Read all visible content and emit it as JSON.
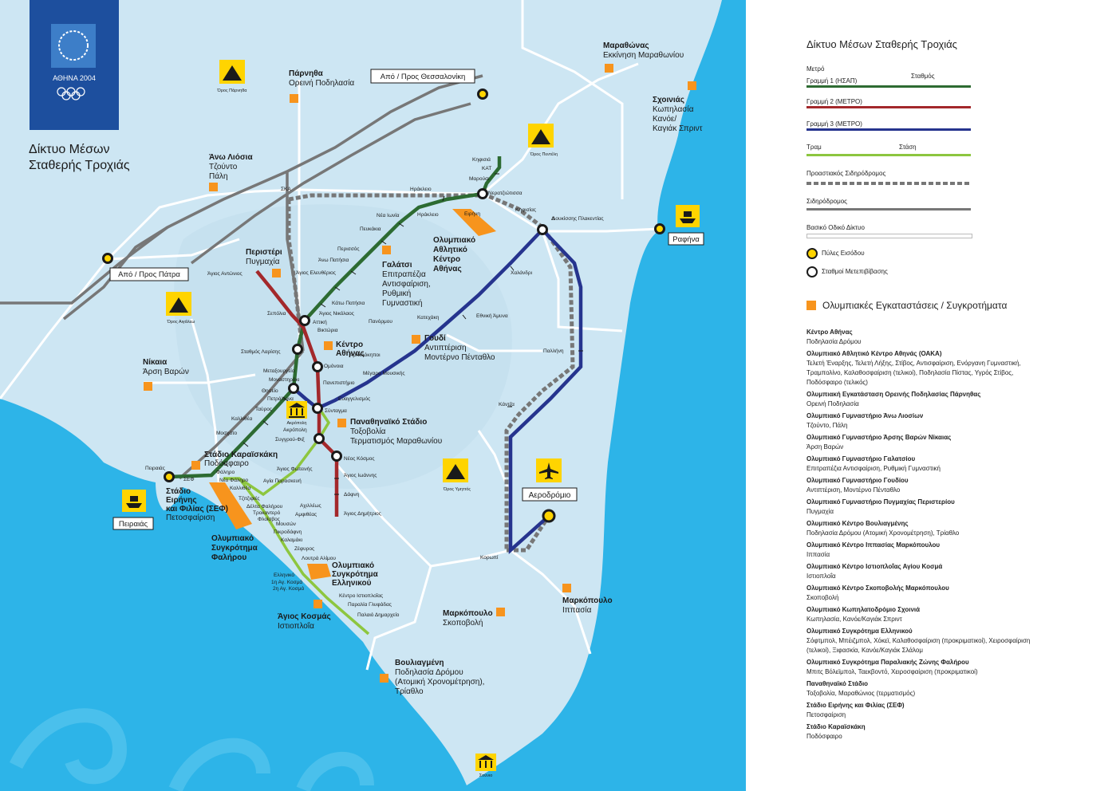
{
  "logo": {
    "city": "ΑΘΗΝΑ 2004"
  },
  "map_title": [
    "Δίκτυο Μέσων",
    "Σταθερής Τροχιάς"
  ],
  "colors": {
    "sea": "#2db4e8",
    "land": "#cde6f3",
    "line1": "#2d6b32",
    "line2": "#a3282b",
    "line3": "#26348e",
    "tram": "#8dc63f",
    "suburban": "#777777",
    "venue": "#f7941d",
    "gate": "#ffd400",
    "logo_bg": "#1d4f9e"
  },
  "boxes": {
    "thessaloniki": "Από / Προς Θεσσαλονίκη",
    "patra": "Από / Προς Πάτρα",
    "rafina": "Ραφήνα",
    "piraeus": "Πειραιάς",
    "airport": "Αεροδρόμιο"
  },
  "mountains": {
    "parnitha": "Όρος Πάρνηθα",
    "penteli": "Όρος Πεντέλη",
    "aigaleo": "Όρος Αιγάλεω",
    "ymittos": "Όρος Υμηττός",
    "acropolis": "Ακρόπολη",
    "sounio": "Σούνιο"
  },
  "venues_map": {
    "marathon": [
      "Μαραθώνας",
      "Εκκίνηση Μαραθωνίου"
    ],
    "parnitha": [
      "Πάρνηθα",
      "Ορεινή Ποδηλασία"
    ],
    "schinias": [
      "Σχοινιάς",
      "Κωπηλασία",
      "Κανόε/",
      "Καγιάκ Σπριντ"
    ],
    "ano_liosia": [
      "Άνω Λιόσια",
      "Τζούντο",
      "Πάλη"
    ],
    "peristeri": [
      "Περιστέρι",
      "Πυγμαχία"
    ],
    "oaka": [
      "Ολυμπιακό",
      "Αθλητικό",
      "Κέντρο",
      "Αθήνας"
    ],
    "galatsi": [
      "Γαλάτσι",
      "Επιτραπέζια",
      "Αντισφαίριση,",
      "Ρυθμική",
      "Γυμναστική"
    ],
    "goudi": [
      "Γουδί",
      "Αντιπτέριση",
      "Μοντέρνο Πένταθλο"
    ],
    "kentro": [
      "Κέντρο",
      "Αθήνας"
    ],
    "nikaia": [
      "Νίκαια",
      "Άρση Βαρών"
    ],
    "panathinaiko": [
      "Παναθηναϊκό Στάδιο",
      "Τοξοβολία",
      "Τερματισμός Μαραθωνίου"
    ],
    "karaiskaki": [
      "Στάδιο Καραϊσκάκη",
      "Ποδόσφαιρο"
    ],
    "sef": [
      "Στάδιο",
      "Ειρήνης",
      "και Φιλίας (ΣΕΦ)",
      "Πετοσφαίριση"
    ],
    "faliro": [
      "Ολυμπιακό",
      "Συγκρότημα",
      "Φαλήρου"
    ],
    "elliniko": [
      "Ολυμπιακό",
      "Συγκρότημα",
      "Ελληνικού"
    ],
    "agios_kosmas": [
      "Άγιος Κοσμάς",
      "Ιστιοπλοΐα"
    ],
    "markopoulo_shoot": [
      "Μαρκόπουλο",
      "Σκοποβολή"
    ],
    "markopoulo_horse": [
      "Μαρκόπουλο",
      "Ιππασία"
    ],
    "vouliagmeni": [
      "Βουλιαγμένη",
      "Ποδηλασία Δρόμου",
      "(Ατομική Χρονομέτρηση),",
      "Τρίαθλο"
    ]
  },
  "stations": {
    "kifisia": "Κηφισιά",
    "kat": "ΚΑΤ",
    "marousi": "Μαρούσι",
    "neratziotissa": "Νερατζιώτισσα",
    "eirini": "Ειρήνη",
    "irakleio1": "Ηράκλειο",
    "irakleio2": "Ηράκλειο",
    "nea_ionia": "Νέα Ιωνία",
    "pefkakia": "Πευκάκια",
    "perissos": "Περισσός",
    "ano_patisia": "Άνω Πατήσια",
    "ag_eleftherios": "Άγιος Ελευθέριος",
    "kato_patisia": "Κάτω Πατήσια",
    "ag_nikolaos": "Άγιος Νικόλαος",
    "attiki": "Αττική",
    "viktoria": "Βικτώρια",
    "omonia": "Ομόνοια",
    "monastiraki": "Μοναστηράκι",
    "thiseio": "Θησείο",
    "petralona": "Πετράλωνα",
    "tavros": "Ταύρος",
    "kallithea": "Καλλιθέα",
    "moschato": "Μοσχάτο",
    "faliro": "Φάληρο",
    "peiraias": "Πειραιάς",
    "ska": "ΣΚΑ",
    "sepolia": "Σεπόλια",
    "ag_antonios": "Άγιος Αντώνιος",
    "larissa": "Σταθμός Λαρίσης",
    "metaxourgeio": "Μεταξουργείο",
    "panepistimio": "Πανεπιστήμιο",
    "syntagma": "Σύνταγμα",
    "akropoli": "Ακρόπολη",
    "syggrou": "Συγγρού-Φιξ",
    "neos_kosmos": "Νέος Κόσμος",
    "ag_fotinis": "Άγιος Φωτεινής",
    "ag_paraskevi": "Αγία Παρασκευή",
    "ag_ioannis": "Άγιος Ιωάννης",
    "dafni": "Δάφνη",
    "ag_dimitrios": "Άγιος Δημήτριος",
    "evaggelismos": "Ευαγγελισμός",
    "megaro": "Μέγαρο Μουσικής",
    "ampelokipoi": "Αμπελόκηποι",
    "panormou": "Πανόρμου",
    "katechaki": "Κατεχάκη",
    "ethniki_amyna": "Εθνική Άμυνα",
    "chalandri": "Χαλάνδρι",
    "douk_plak": "Δουκίσσης Πλακεντίας",
    "kifisias": "Κηφισίας",
    "pallini": "Παλλήνη",
    "kantza": "Κάντζα",
    "koropi": "Κορωπί",
    "sef": "ΣΕΦ",
    "neo_faliro": "Νέο Φάληρο",
    "kallithea_t": "Καλλιθέα",
    "tzitzifies": "Τζιτζιφιές",
    "delta": "Δέλτα Φαλήρου",
    "trokadero": "Τροκαντερό",
    "flisvos": "Φλοίσβος",
    "achilleos": "Αχιλλέως",
    "amfitheas": "Αμφιθέας",
    "mousson": "Μουσών",
    "pikrodafni": "Πικροδάφνη",
    "kalamaki": "Καλαμάκι",
    "zefyros": "Ζέφυρος",
    "loutra": "Λουτρά Αλίμου",
    "elliniko": "Ελληνικό",
    "agkosma1": "1η Αγ. Κοσμά",
    "agkosma2": "2η Αγ. Κοσμά",
    "kentro_istio": "Κέντρο Ιστιοπλοΐας",
    "paralia": "Παραλία Γλυφάδας",
    "palaio": "Παλαιό Δημαρχείο"
  },
  "legend": {
    "title": "Δίκτυο Μέσων Σταθερής Τροχιάς",
    "metro": "Μετρό",
    "line1": "Γραμμή 1 (ΗΣΑΠ)",
    "station": "Σταθμός",
    "line2": "Γραμμή 2 (ΜΕΤΡΟ)",
    "line3": "Γραμμή 3 (ΜΕΤΡΟ)",
    "tram": "Τραμ",
    "stop": "Στάση",
    "suburban": "Προαστιακός Σιδηρόδρομος",
    "rail": "Σιδηρόδρομος",
    "road": "Βασικό Οδικό Δίκτυο",
    "gates": "Πύλες Εισόδου",
    "interchange": "Σταθμοί Μετεπιβίβασης",
    "venues_heading": "Ολυμπιακές Εγκαταστάσεις / Συγκροτήματα",
    "venues": [
      {
        "name": "Κέντρο Αθήνας",
        "sports": "Ποδηλασία Δρόμου"
      },
      {
        "name": "Ολυμπιακό Αθλητικό Κέντρο Αθηνάς (ΟΑΚΑ)",
        "sports": "Τελετή Έναρξης, Τελετή Λήξης, Στίβος, Αντισφαίριση, Ενόργανη Γυμναστική, Τραμπολίνο, Καλαθοσφαίριση (τελικοί), Ποδηλασία Πίστας, Υγρός Στίβος, Ποδόσφαιρο (τελικός)"
      },
      {
        "name": "Ολυμπιακή Εγκατάσταση Ορεινής Ποδηλασίας Πάρνηθας",
        "sports": "Ορεινή Ποδηλασία"
      },
      {
        "name": "Ολυμπιακό Γυμναστήριο Άνω Λιοσίων",
        "sports": "Τζούντο, Πάλη"
      },
      {
        "name": "Ολυμπιακό Γυμναστήριο Άρσης Βαρών Νίκαιας",
        "sports": "Άρση Βαρών"
      },
      {
        "name": "Ολυμπιακό Γυμναστήριο Γαλατσίου",
        "sports": "Επιτραπέζια Αντισφαίριση, Ρυθμική Γυμναστική"
      },
      {
        "name": "Ολυμπιακό Γυμναστήριο Γουδίου",
        "sports": "Αντιπτέριση, Μοντέρνο Πένταθλο"
      },
      {
        "name": "Ολυμπιακό Γυμναστήριο Πυγμαχίας Περιστερίου",
        "sports": "Πυγμαχία"
      },
      {
        "name": "Ολυμπιακό Κέντρο Βουλιαγμένης",
        "sports": "Ποδηλασία Δρόμου (Ατομική Χρονομέτρηση), Τρίαθλο"
      },
      {
        "name": "Ολυμπιακό Κέντρο Ιππασίας Μαρκόπουλου",
        "sports": "Ιππασία"
      },
      {
        "name": "Ολυμπιακό Κέντρο Ιστιοπλοΐας Αγίου Κοσμά",
        "sports": "Ιστιοπλοΐα"
      },
      {
        "name": "Ολυμπιακό Κέντρο Σκοποβολής Μαρκόπουλου",
        "sports": "Σκοποβολή"
      },
      {
        "name": "Ολυμπιακό Κωπηλατοδρόμιο Σχοινιά",
        "sports": "Κωπηλασία, Κανόε/Καγιάκ Σπριντ"
      },
      {
        "name": "Ολυμπιακό Συγκρότημα Ελληνικού",
        "sports": "Σόφτμπολ, Μπέιζμπολ, Χόκεϊ, Καλαθοσφαίριση (προκριματικοί), Χειροσφαίριση (τελικοί), Ξιφασκία, Κανόε/Καγιάκ Σλάλομ"
      },
      {
        "name": "Ολυμπιακό Συγκρότημα Παραλιακής Ζώνης Φαλήρου",
        "sports": "Μπιτς Βόλεϊμπολ, Ταεκβοντό, Χειροσφαίριση (προκριματικοί)"
      },
      {
        "name": "Παναθηναϊκό Στάδιο",
        "sports": "Τοξοβολία, Μαραθώνιος (τερματισμός)"
      },
      {
        "name": "Στάδιο Ειρήνης και Φιλίας (ΣΕΦ)",
        "sports": "Πετοσφαίριση"
      },
      {
        "name": "Στάδιο Καραϊσκάκη",
        "sports": "Ποδόσφαιρο"
      }
    ]
  }
}
